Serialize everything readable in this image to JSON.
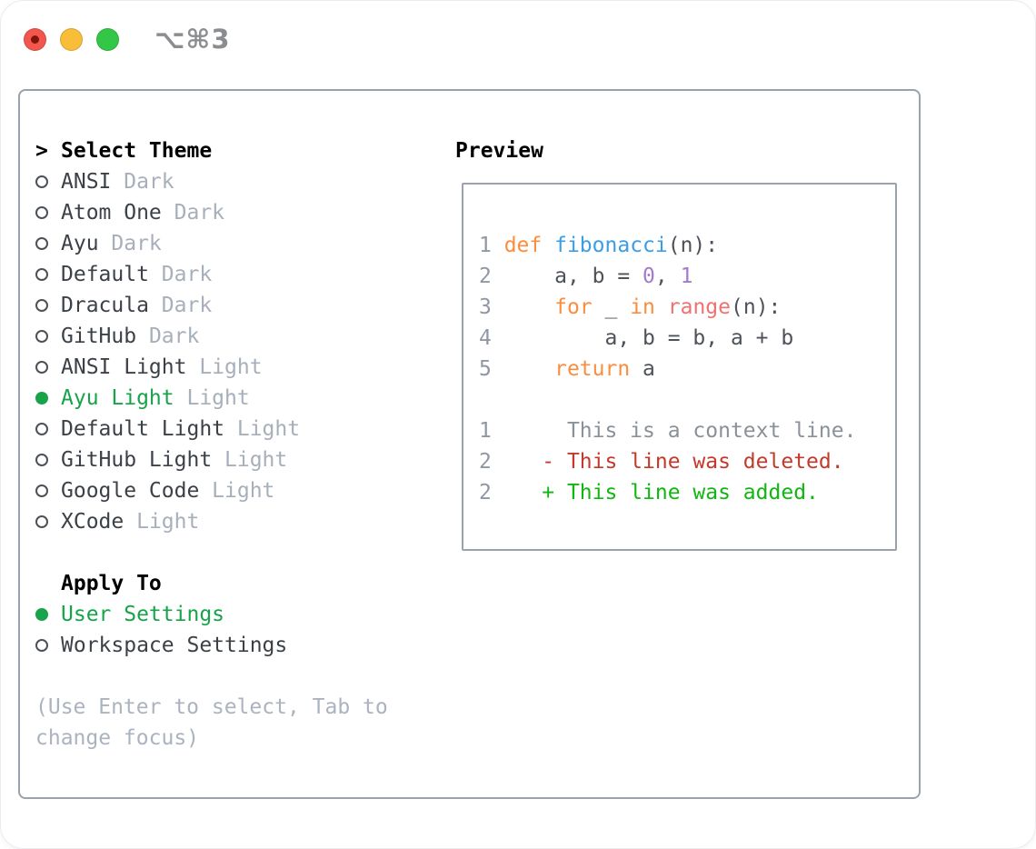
{
  "window": {
    "title": "⌥⌘3"
  },
  "theme_panel": {
    "header_prefix": ">",
    "header": "Select Theme",
    "items": [
      {
        "name": "ANSI",
        "variant": "Dark",
        "selected": false
      },
      {
        "name": "Atom One",
        "variant": "Dark",
        "selected": false
      },
      {
        "name": "Ayu",
        "variant": "Dark",
        "selected": false
      },
      {
        "name": "Default",
        "variant": "Dark",
        "selected": false
      },
      {
        "name": "Dracula",
        "variant": "Dark",
        "selected": false
      },
      {
        "name": "GitHub",
        "variant": "Dark",
        "selected": false
      },
      {
        "name": "ANSI Light",
        "variant": "Light",
        "selected": false
      },
      {
        "name": "Ayu Light",
        "variant": "Light",
        "selected": true
      },
      {
        "name": "Default Light",
        "variant": "Light",
        "selected": false
      },
      {
        "name": "GitHub Light",
        "variant": "Light",
        "selected": false
      },
      {
        "name": "Google Code",
        "variant": "Light",
        "selected": false
      },
      {
        "name": "XCode",
        "variant": "Light",
        "selected": false
      }
    ],
    "apply_header": "Apply To",
    "apply_options": [
      {
        "label": "User Settings",
        "selected": true
      },
      {
        "label": "Workspace Settings",
        "selected": false
      }
    ],
    "hint_lines": [
      "(Use Enter to select, Tab to",
      "change focus)"
    ]
  },
  "preview": {
    "title": "Preview",
    "code_lines": [
      {
        "spans": [
          {
            "t": "1 ",
            "c": "line_number"
          },
          {
            "t": "def",
            "c": "keyword"
          },
          {
            "t": " ",
            "c": "code_fg"
          },
          {
            "t": "fibonacci",
            "c": "function"
          },
          {
            "t": "(n):",
            "c": "code_fg"
          }
        ]
      },
      {
        "spans": [
          {
            "t": "2 ",
            "c": "line_number"
          },
          {
            "t": "    a, b = ",
            "c": "code_fg"
          },
          {
            "t": "0",
            "c": "number"
          },
          {
            "t": ", ",
            "c": "code_fg"
          },
          {
            "t": "1",
            "c": "number"
          }
        ]
      },
      {
        "spans": [
          {
            "t": "3 ",
            "c": "line_number"
          },
          {
            "t": "    ",
            "c": "code_fg"
          },
          {
            "t": "for",
            "c": "keyword"
          },
          {
            "t": " _ ",
            "c": "code_fg"
          },
          {
            "t": "in",
            "c": "keyword"
          },
          {
            "t": " ",
            "c": "code_fg"
          },
          {
            "t": "range",
            "c": "builtin"
          },
          {
            "t": "(n):",
            "c": "code_fg"
          }
        ]
      },
      {
        "spans": [
          {
            "t": "4 ",
            "c": "line_number"
          },
          {
            "t": "        a, b = b, a + b",
            "c": "code_fg"
          }
        ]
      },
      {
        "spans": [
          {
            "t": "5 ",
            "c": "line_number"
          },
          {
            "t": "    ",
            "c": "code_fg"
          },
          {
            "t": "return",
            "c": "keyword"
          },
          {
            "t": " a",
            "c": "code_fg"
          }
        ]
      },
      {
        "spans": []
      },
      {
        "spans": [
          {
            "t": "1",
            "c": "line_number"
          },
          {
            "t": "      This is a context line.",
            "c": "context"
          }
        ]
      },
      {
        "spans": [
          {
            "t": "2",
            "c": "line_number"
          },
          {
            "t": "    ",
            "c": "code_fg"
          },
          {
            "t": "- This line was deleted.",
            "c": "deleted"
          }
        ]
      },
      {
        "spans": [
          {
            "t": "2",
            "c": "line_number"
          },
          {
            "t": "    ",
            "c": "code_fg"
          },
          {
            "t": "+ This line was added.",
            "c": "added"
          }
        ]
      }
    ]
  },
  "colors": {
    "keyword": "#fa8d3e",
    "function": "#399ee6",
    "number": "#a37acc",
    "builtin": "#f07171",
    "code_fg": "#4d525a",
    "line_number": "#8f98a2",
    "context": "#8a9199",
    "deleted": "#c5392b",
    "added": "#10b710",
    "accent_green": "#16a34a",
    "item_fg": "#3c4148",
    "variant_fg": "#a7afbb",
    "hint_fg": "#aab3bf",
    "border": "#9aa2ad",
    "title_fg": "#8c8d91",
    "traffic_red": "#f2564d",
    "traffic_red_dot": "#7d1508",
    "traffic_yellow": "#f8bd39",
    "traffic_green": "#33c748"
  }
}
